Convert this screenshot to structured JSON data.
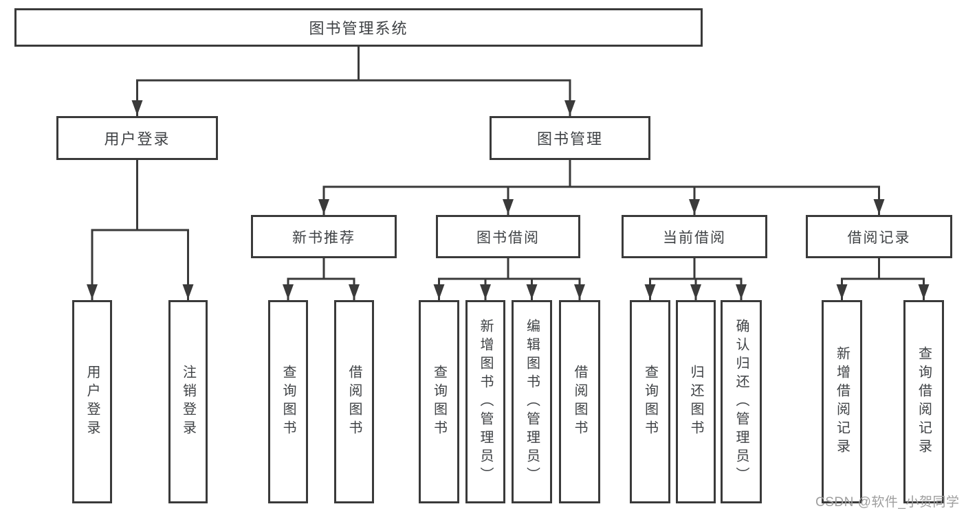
{
  "title": "图书管理系统",
  "watermark": "CSDN @软件_小贺同学",
  "colors": {
    "line": "#3a3a3a",
    "text": "#3f4245",
    "watermark": "#9e9e9e",
    "background": "#ffffff"
  },
  "tree": {
    "root": {
      "label": "图书管理系统"
    },
    "level2": [
      {
        "label": "用户登录",
        "children": [
          {
            "label": "用户登录"
          },
          {
            "label": "注销登录"
          }
        ]
      },
      {
        "label": "图书管理",
        "children": [
          {
            "label": "新书推荐",
            "children": [
              {
                "label": "查询图书"
              },
              {
                "label": "借阅图书"
              }
            ]
          },
          {
            "label": "图书借阅",
            "children": [
              {
                "label": "查询图书"
              },
              {
                "label": "新增图书（管理员）"
              },
              {
                "label": "编辑图书（管理员）"
              },
              {
                "label": "借阅图书"
              }
            ]
          },
          {
            "label": "当前借阅",
            "children": [
              {
                "label": "查询图书"
              },
              {
                "label": "归还图书"
              },
              {
                "label": "确认归还（管理员）"
              }
            ]
          },
          {
            "label": "借阅记录",
            "children": [
              {
                "label": "新增借阅记录"
              },
              {
                "label": "查询借阅记录"
              }
            ]
          }
        ]
      }
    ]
  }
}
